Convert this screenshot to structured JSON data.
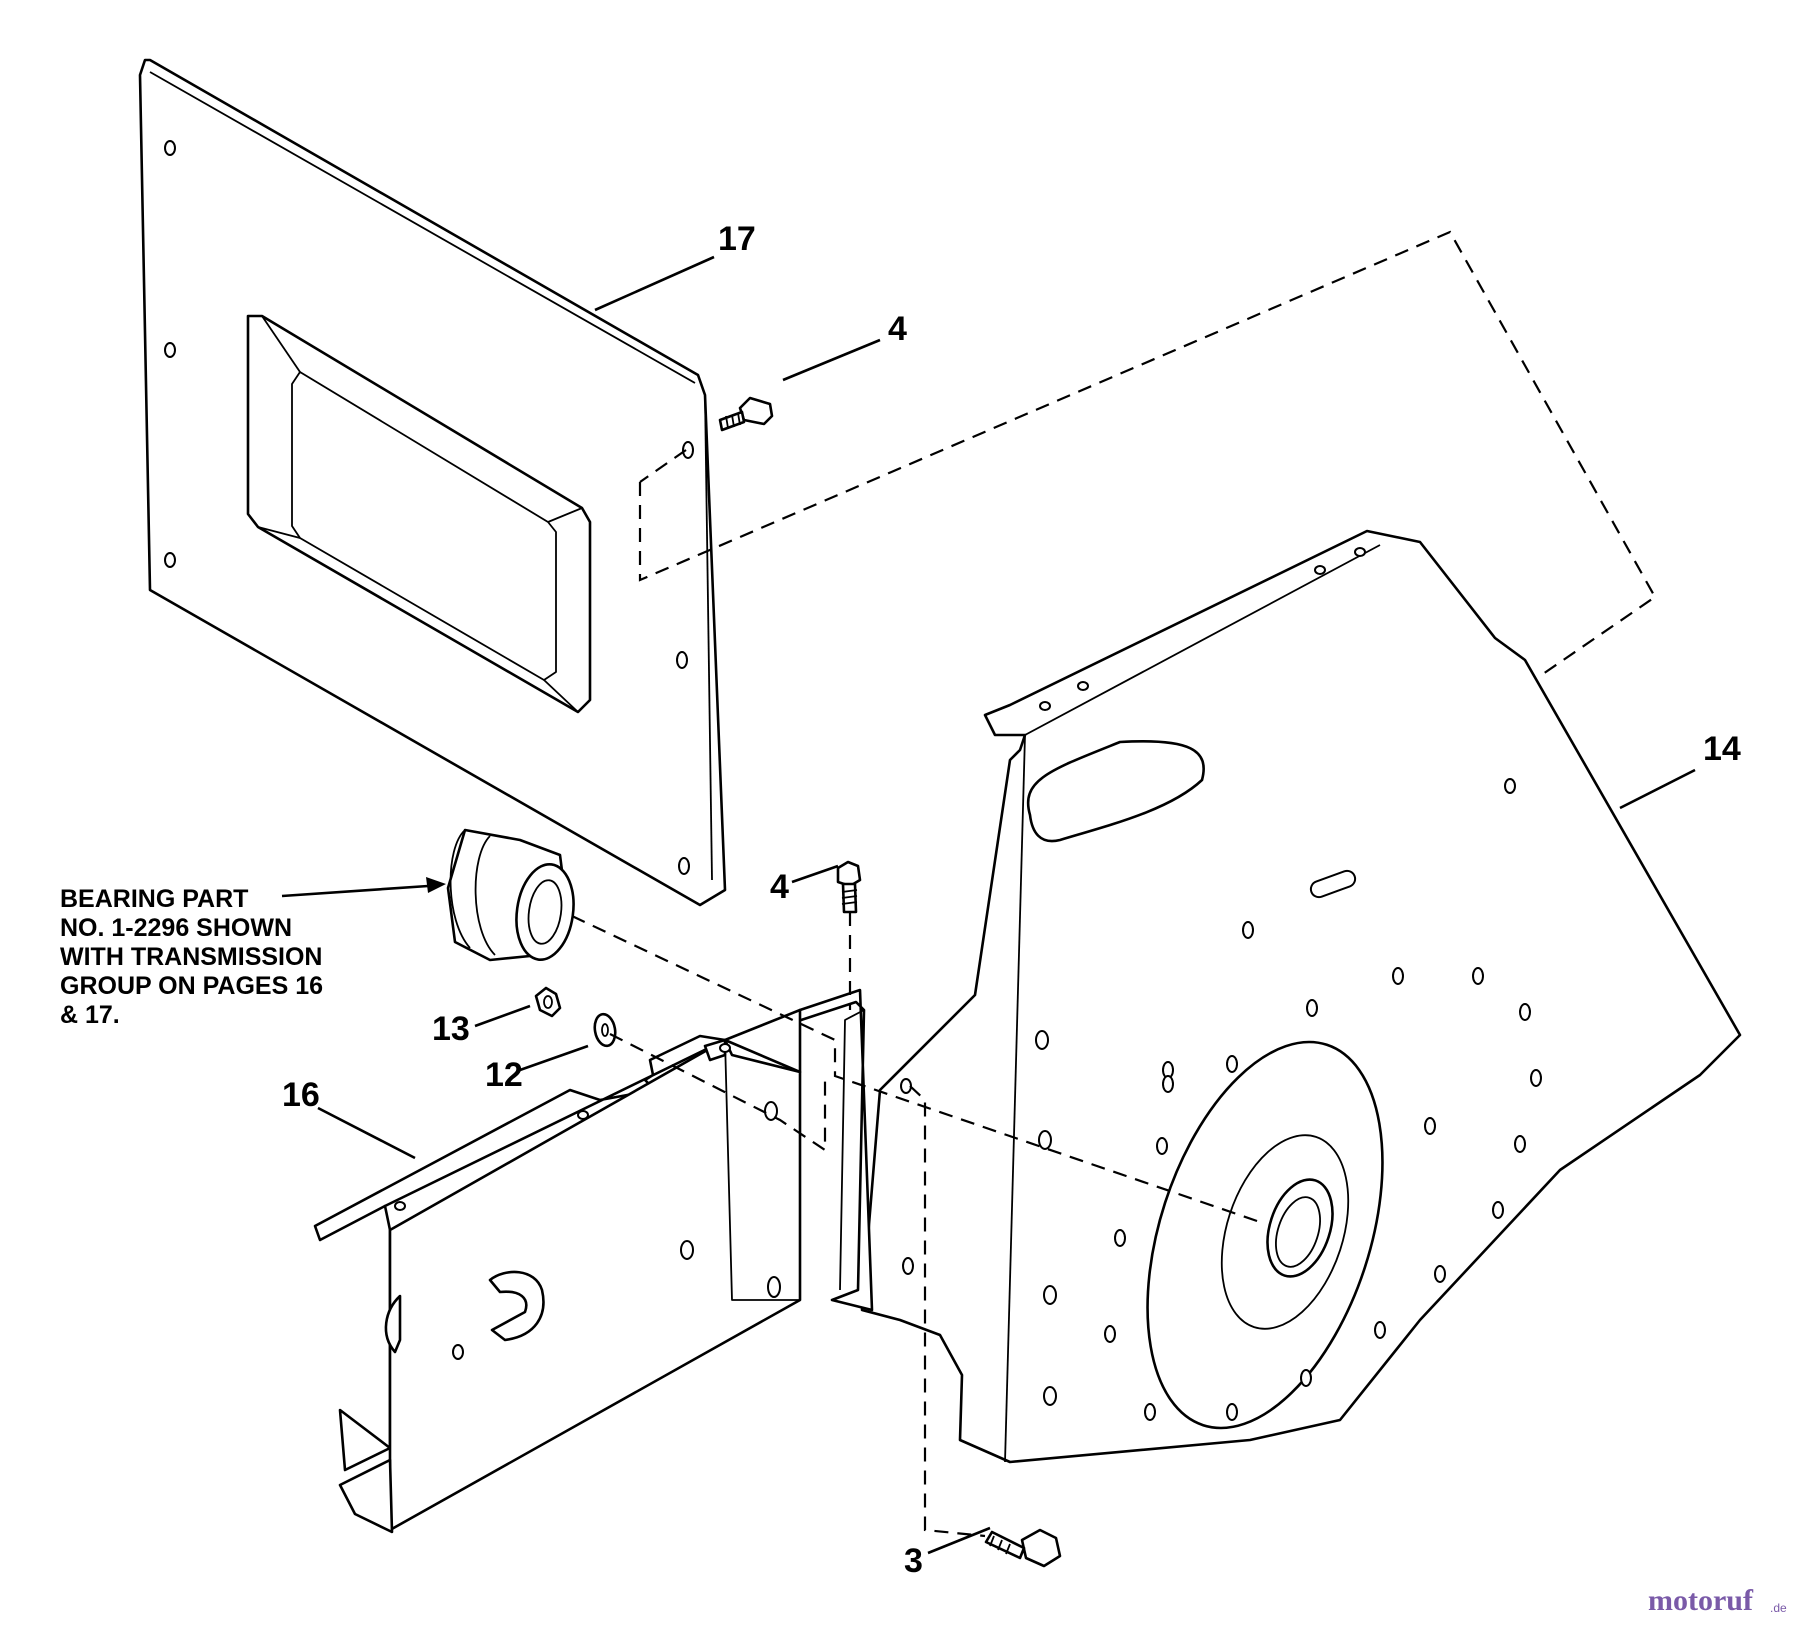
{
  "callouts": {
    "c17": "17",
    "c4_top": "4",
    "c14": "14",
    "c4_mid": "4",
    "c13": "13",
    "c12": "12",
    "c16": "16",
    "c3": "3"
  },
  "note": {
    "line1": "BEARING PART",
    "line2": "NO. 1-2296 SHOWN",
    "line3": "WITH TRANSMISSION",
    "line4": "GROUP ON PAGES 16",
    "line5": "& 17."
  },
  "watermark": {
    "main": "motoruf",
    "tld": ".de",
    "color_primary": "#7a5aa8",
    "color_accent": "#e8892a"
  }
}
